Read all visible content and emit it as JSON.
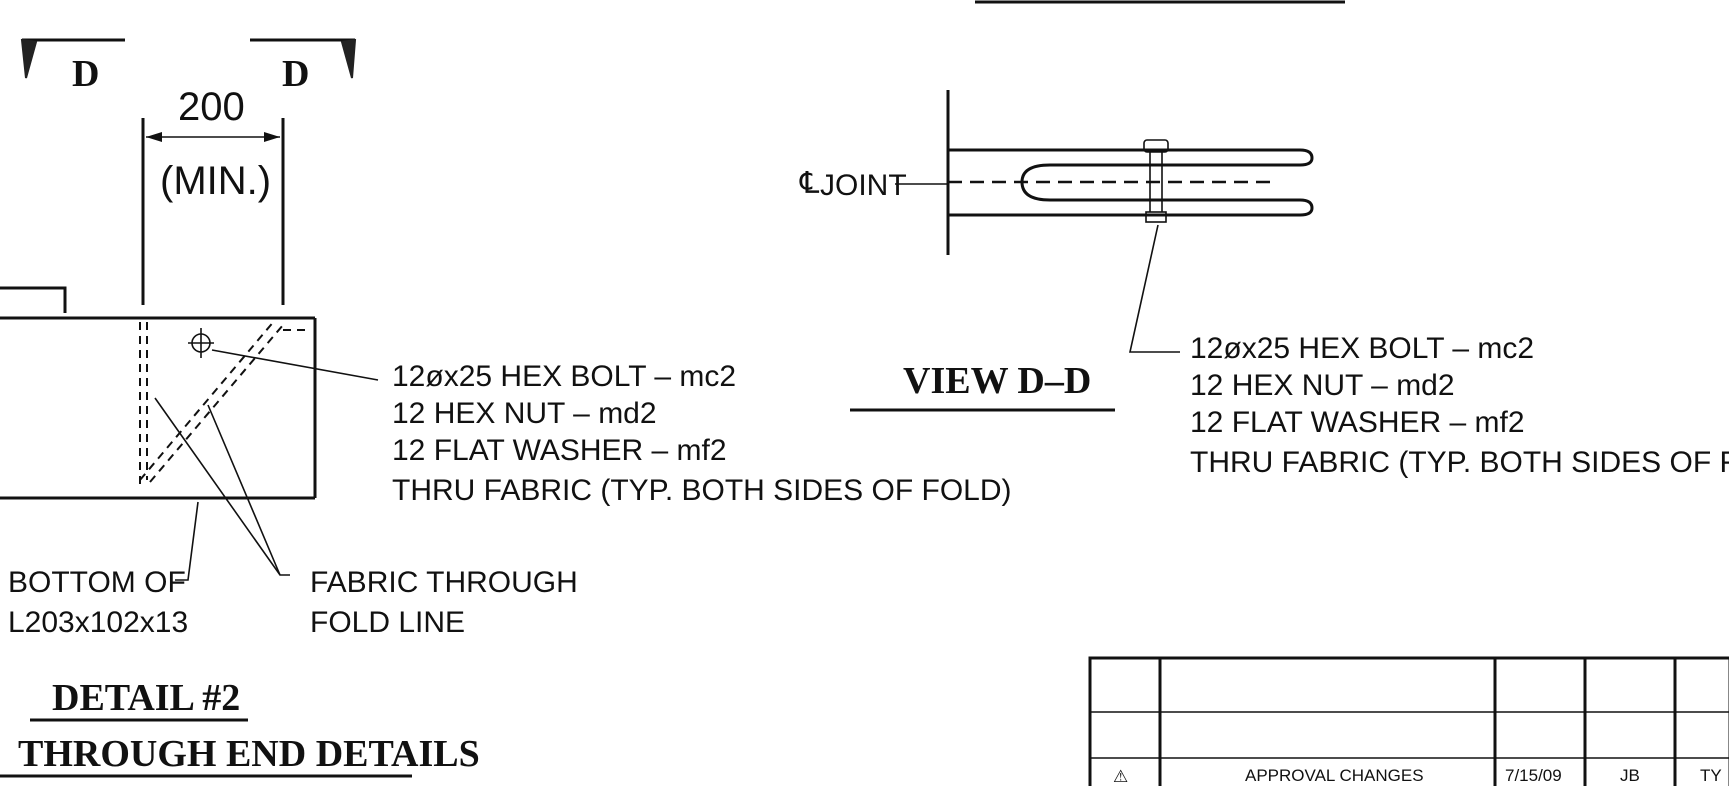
{
  "detail": {
    "section_mark_left": "D",
    "section_mark_right": "D",
    "dim_value": "200",
    "dim_note": "(MIN.)",
    "bolt_callout": [
      "12øx25 HEX BOLT – mc2",
      "12 HEX NUT – md2",
      "12 FLAT WASHER – mf2",
      "THRU FABRIC (TYP. BOTH SIDES OF FOLD)"
    ],
    "bottom_label": [
      "BOTTOM OF",
      "L203x102x13"
    ],
    "fabric_label": [
      "FABRIC THROUGH",
      "FOLD LINE"
    ],
    "title": "DETAIL #2",
    "subtitle": "THROUGH END DETAILS"
  },
  "view": {
    "joint_label": "JOINT",
    "centerline_symbol": "℄",
    "title": "VIEW D–D",
    "bolt_callout": [
      "12øx25 HEX BOLT – mc2",
      "12 HEX NUT – md2",
      "12 FLAT WASHER – mf2",
      "THRU FABRIC (TYP. BOTH SIDES OF FOLD)"
    ]
  },
  "revision_table": {
    "symbol": "⚠",
    "description": "APPROVAL CHANGES",
    "date": "7/15/09",
    "by": "JB",
    "extra": "TY"
  }
}
